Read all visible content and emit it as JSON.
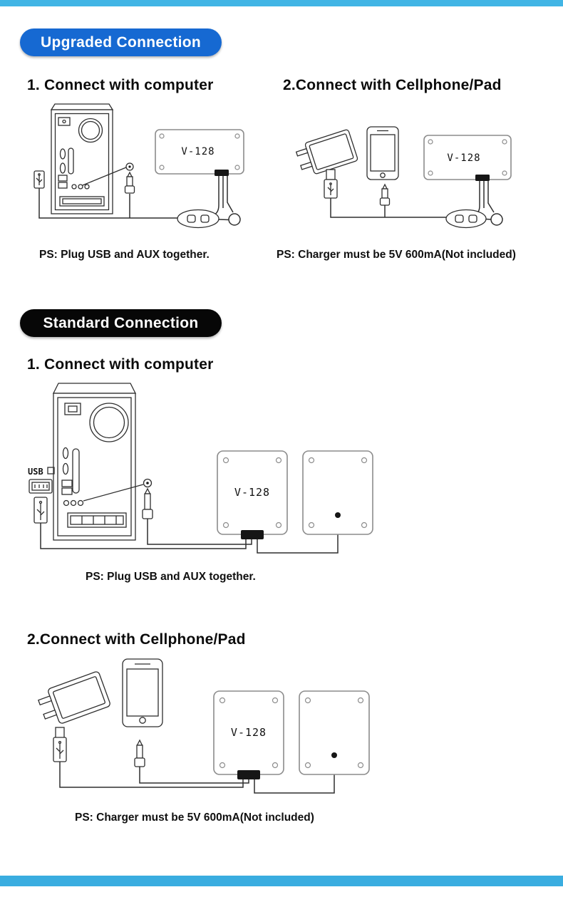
{
  "page": {
    "top_strip_color": "#41b5e5",
    "bottom_strip_color": "#3aade0"
  },
  "upgraded": {
    "badge": {
      "label": "Upgraded Connection",
      "color": "#1669d2"
    },
    "computer": {
      "heading": "1. Connect with computer",
      "speaker_label": "V-128",
      "note": "PS: Plug USB and AUX together."
    },
    "cellphone": {
      "heading": "2.Connect with Cellphone/Pad",
      "speaker_label": "V-128",
      "note": "PS: Charger must be 5V 600mA(Not included)"
    }
  },
  "standard": {
    "badge": {
      "label": "Standard Connection",
      "color": "#070707"
    },
    "computer": {
      "heading": "1. Connect with computer",
      "usb_port_label": "USB",
      "speaker_label": "V-128",
      "note": "PS: Plug USB and AUX together."
    },
    "cellphone": {
      "heading": "2.Connect with Cellphone/Pad",
      "speaker_label": "V-128",
      "note": "PS: Charger must be 5V 600mA(Not included)"
    }
  }
}
